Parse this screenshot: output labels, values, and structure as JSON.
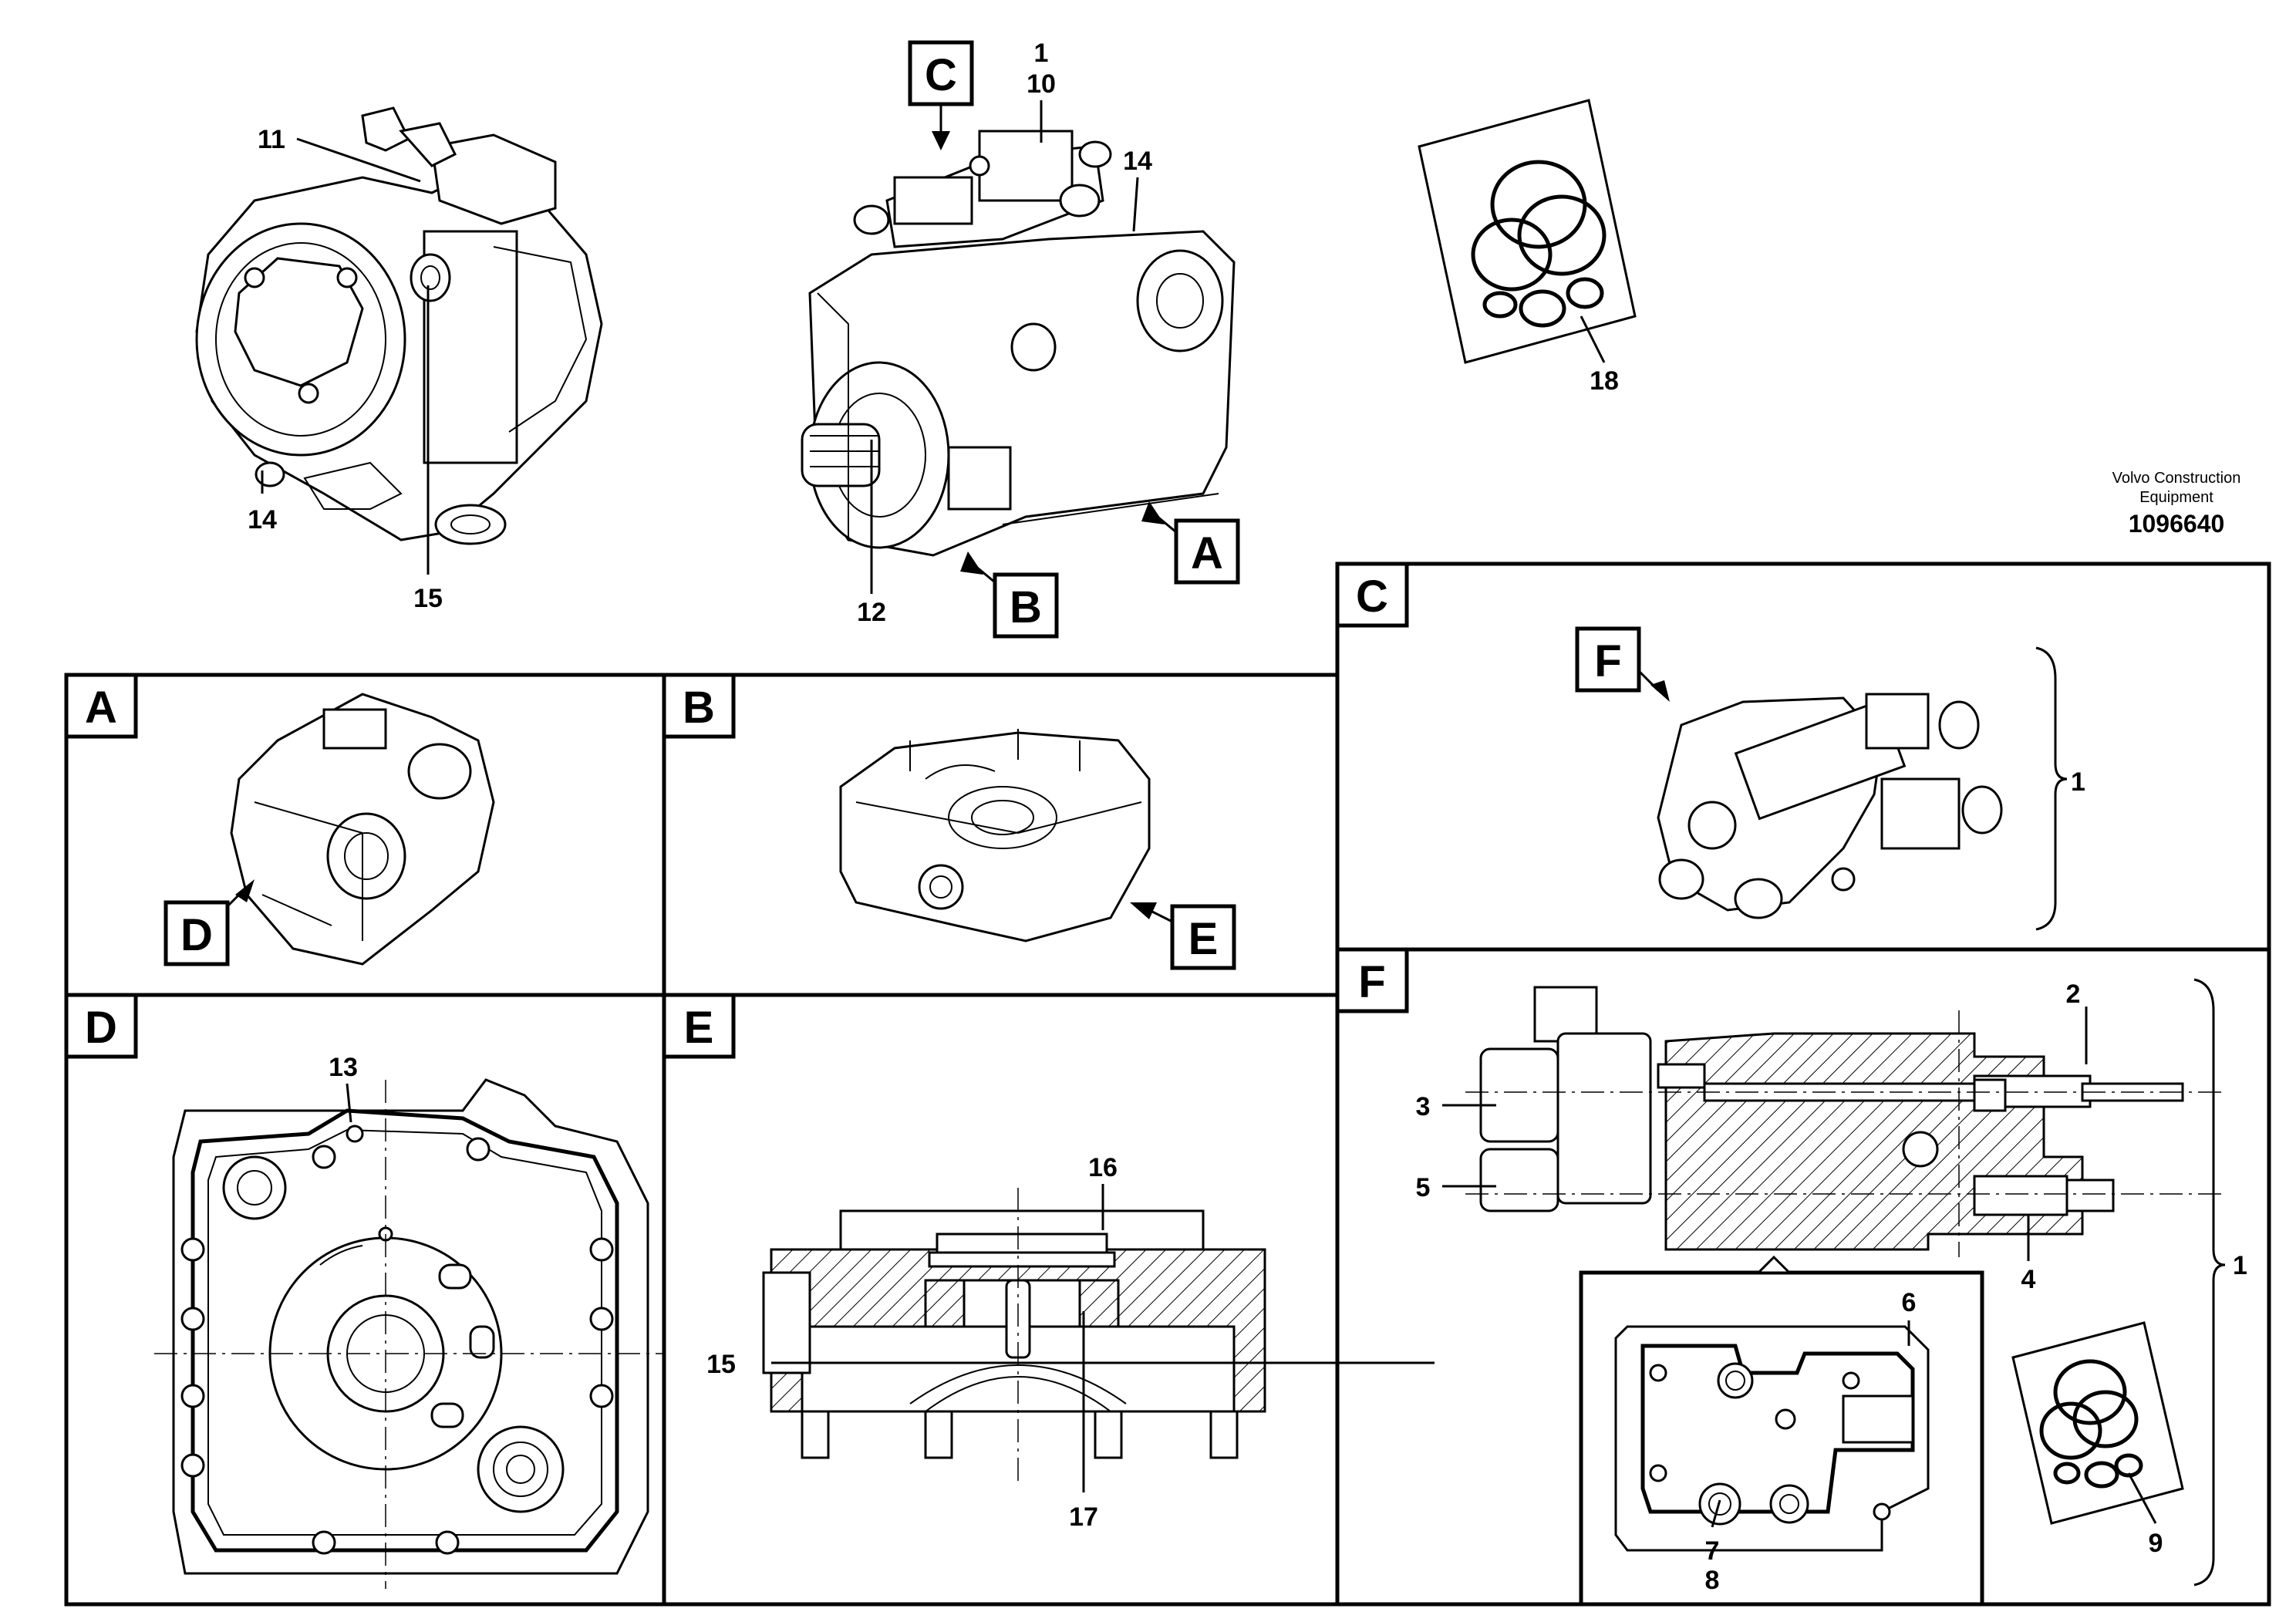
{
  "manufacturer": "Volvo Construction Equipment",
  "manufacturer_line1": "Volvo Construction",
  "manufacturer_line2": "Equipment",
  "document_number": "1096640",
  "panels": {
    "A": "A",
    "B": "B",
    "C": "C",
    "D": "D",
    "E": "E",
    "F": "F"
  },
  "view_markers": {
    "top_C": "C",
    "top_A": "A",
    "top_B": "B",
    "inA_D": "D",
    "inB_E": "E",
    "inC_F": "F"
  },
  "callouts": {
    "c1_top": "1",
    "c10_top": "10",
    "c11": "11",
    "c14_left": "14",
    "c14_right": "14",
    "c15_top": "15",
    "c12": "12",
    "c18": "18",
    "c1_panelC": "1",
    "c13": "13",
    "c16": "16",
    "c15_E": "15",
    "c17": "17",
    "c2": "2",
    "c3": "3",
    "c5": "5",
    "c4": "4",
    "c6": "6",
    "c7": "7",
    "c8": "8",
    "c9": "9",
    "c1_panelF": "1"
  },
  "colors": {
    "line": "#000000",
    "background": "#ffffff"
  }
}
